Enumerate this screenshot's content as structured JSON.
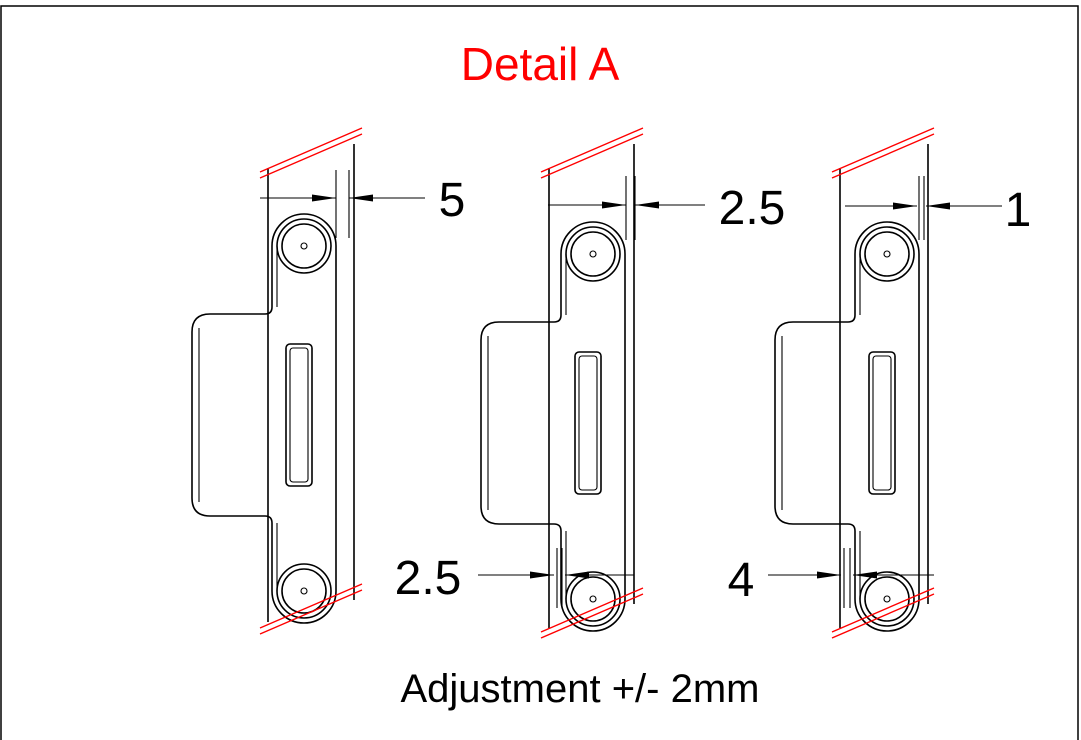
{
  "title": "Detail A",
  "caption": "Adjustment +/- 2mm",
  "colors": {
    "title": "#ff0000",
    "frame_hatch": "#ff0000",
    "lines": "#000000"
  },
  "strikes": [
    {
      "top_dimension": "5",
      "bottom_dimension": ""
    },
    {
      "top_dimension": "2.5",
      "bottom_dimension": "2.5"
    },
    {
      "top_dimension": "1",
      "bottom_dimension": "4"
    }
  ]
}
